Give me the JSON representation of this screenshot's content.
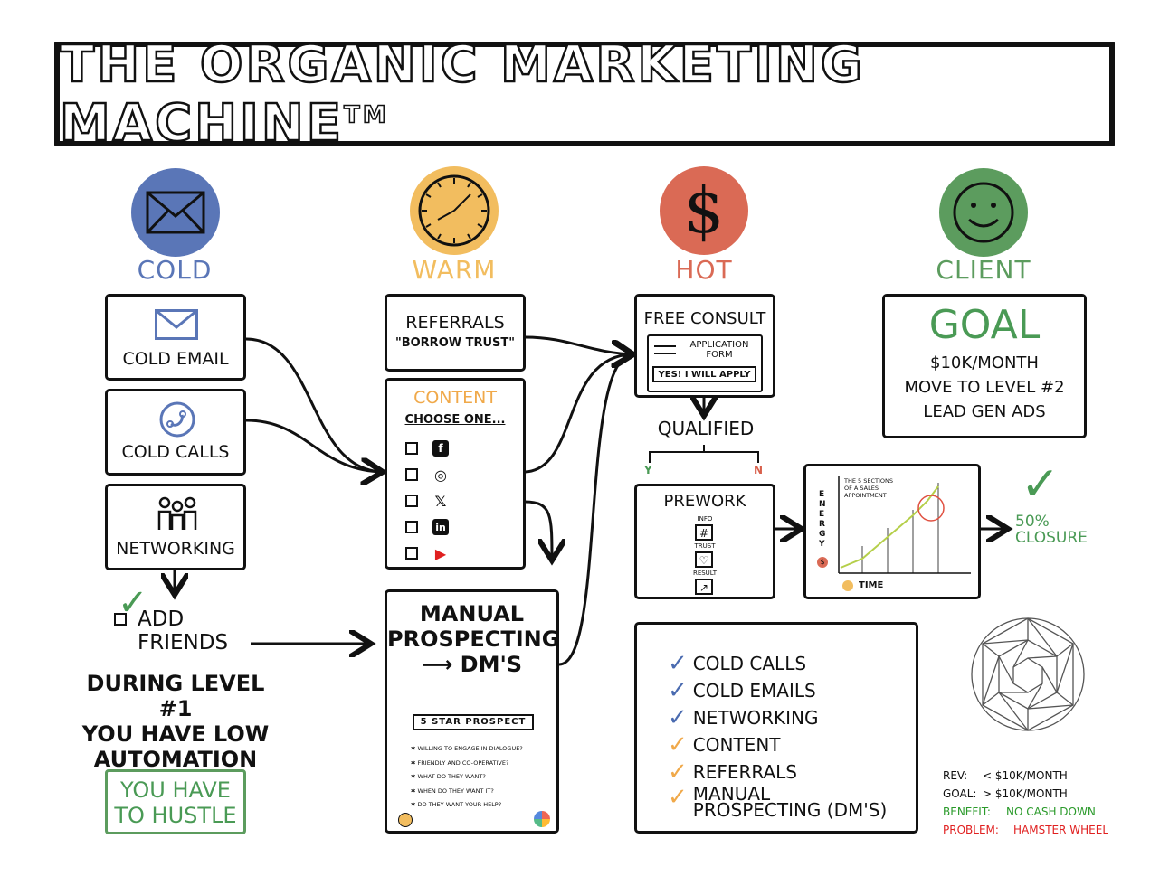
{
  "title": {
    "main": "THE ORGANIC MARKETING MACHINE",
    "tm": "TM"
  },
  "colors": {
    "cold": "#5a76b7",
    "warm": "#f2bd5f",
    "hot": "#da6a55",
    "client": "#5c9c5e",
    "ink": "#111111"
  },
  "stages": [
    {
      "label": "COLD",
      "icon": "envelope-icon"
    },
    {
      "label": "WARM",
      "icon": "clock-icon"
    },
    {
      "label": "HOT",
      "icon": "dollar-icon",
      "symbol": "$"
    },
    {
      "label": "CLIENT",
      "icon": "smiley-icon"
    }
  ],
  "cold": {
    "email": "COLD EMAIL",
    "calls": "COLD CALLS",
    "networking": "NETWORKING",
    "add_friends_1": "ADD",
    "add_friends_2": "FRIENDS",
    "level_note": [
      "DURING LEVEL #1",
      "YOU HAVE LOW",
      "AUTOMATION"
    ],
    "hustle": [
      "YOU HAVE",
      "TO HUSTLE"
    ]
  },
  "warm": {
    "referrals": "REFERRALS",
    "referrals_sub": "\"BORROW TRUST\"",
    "content_title": "CONTENT",
    "choose": "CHOOSE ONE...",
    "socials": [
      {
        "icon": "facebook-icon",
        "glyph": "f",
        "color": "#111111"
      },
      {
        "icon": "instagram-icon",
        "glyph": "◎",
        "color": "#111111"
      },
      {
        "icon": "x-icon",
        "glyph": "𝕏",
        "color": "#111111"
      },
      {
        "icon": "linkedin-icon",
        "glyph": "in",
        "color": "#111111"
      },
      {
        "icon": "youtube-icon",
        "glyph": "▶",
        "color": "#e02020"
      }
    ],
    "manual": [
      "MANUAL",
      "PROSPECTING",
      "DM'S"
    ],
    "star_prospect": "5 STAR PROSPECT",
    "star_items": [
      "WILLING TO ENGAGE IN DIALOGUE?",
      "FRIENDLY AND CO-OPERATIVE?",
      "WHAT DO THEY WANT?",
      "WHEN DO THEY WANT IT?",
      "DO THEY WANT YOUR HELP?"
    ]
  },
  "hot": {
    "consult": "FREE CONSULT",
    "app_form_1": "APPLICATION",
    "app_form_2": "FORM",
    "apply": "YES! I WILL APPLY",
    "qualified": "QUALIFIED",
    "yes": "Y",
    "no": "N",
    "prework": "PREWORK",
    "prework_items": [
      "INFO",
      "TRUST",
      "RESULT"
    ],
    "chart_title_1": "THE 5 SECTIONS",
    "chart_title_2": "OF A SALES",
    "chart_title_3": "APPOINTMENT",
    "chart_axis_y": "ENERGY",
    "chart_axis_x": "TIME",
    "closure_1": "50%",
    "closure_2": "CLOSURE"
  },
  "client": {
    "goal": "GOAL",
    "goal_items": [
      "$10K/MONTH",
      "MOVE TO LEVEL #2",
      "LEAD GEN ADS"
    ]
  },
  "checklist": [
    {
      "label": "COLD CALLS",
      "color": "blue"
    },
    {
      "label": "COLD EMAILS",
      "color": "blue"
    },
    {
      "label": "NETWORKING",
      "color": "blue"
    },
    {
      "label": "CONTENT",
      "color": "orange"
    },
    {
      "label": "REFERRALS",
      "color": "orange"
    },
    {
      "label": "MANUAL PROSPECTING (DM'S)",
      "color": "orange"
    }
  ],
  "summary": {
    "rev_label": "REV:",
    "rev_value": "< $10K/MONTH",
    "goal_label": "GOAL:",
    "goal_value": "> $10K/MONTH",
    "benefit_label": "BENEFIT:",
    "benefit_value": "NO CASH DOWN",
    "problem_label": "PROBLEM:",
    "problem_value": "HAMSTER WHEEL"
  }
}
